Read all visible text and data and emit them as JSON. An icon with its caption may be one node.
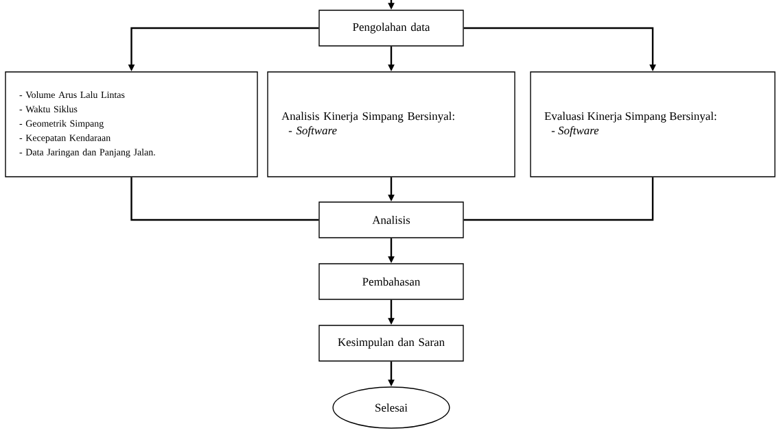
{
  "diagram": {
    "nodes": [
      {
        "text": [
          "Pengolahan data"
        ]
      },
      {
        "text": [
          "- Volume Arus Lalu Lintas",
          "- Waktu Siklus",
          "- Geometrik Simpang",
          "- Kecepatan Kendaraan",
          "- Data Jaringan dan Panjang Jalan."
        ]
      },
      {
        "text": [
          "Analisis Kinerja Simpang Bersinyal:",
          "- *Software*"
        ]
      },
      {
        "text": [
          "Evaluasi Kinerja Simpang Bersinyal:",
          "- *Software*"
        ]
      },
      {
        "text": [
          "Analisis"
        ]
      },
      {
        "text": [
          "Pembahasan"
        ]
      },
      {
        "text": [
          "Kesimpulan dan Saran"
        ]
      },
      {
        "text": [
          "Selesai"
        ]
      }
    ],
    "edges": [
      {
        "from": null,
        "to": 0,
        "arrow": "to"
      },
      {
        "from": 0,
        "to": 1,
        "arrow": "to"
      },
      {
        "from": 0,
        "to": 2,
        "arrow": "to"
      },
      {
        "from": 0,
        "to": 3,
        "arrow": "to"
      },
      {
        "from": 1,
        "to": 4,
        "arrow": "none"
      },
      {
        "from": 2,
        "to": 4,
        "arrow": "to"
      },
      {
        "from": 3,
        "to": 4,
        "arrow": "none"
      },
      {
        "from": 4,
        "to": 5,
        "arrow": "to"
      },
      {
        "from": 5,
        "to": 6,
        "arrow": "to"
      },
      {
        "from": 6,
        "to": 7,
        "arrow": "to"
      }
    ]
  }
}
